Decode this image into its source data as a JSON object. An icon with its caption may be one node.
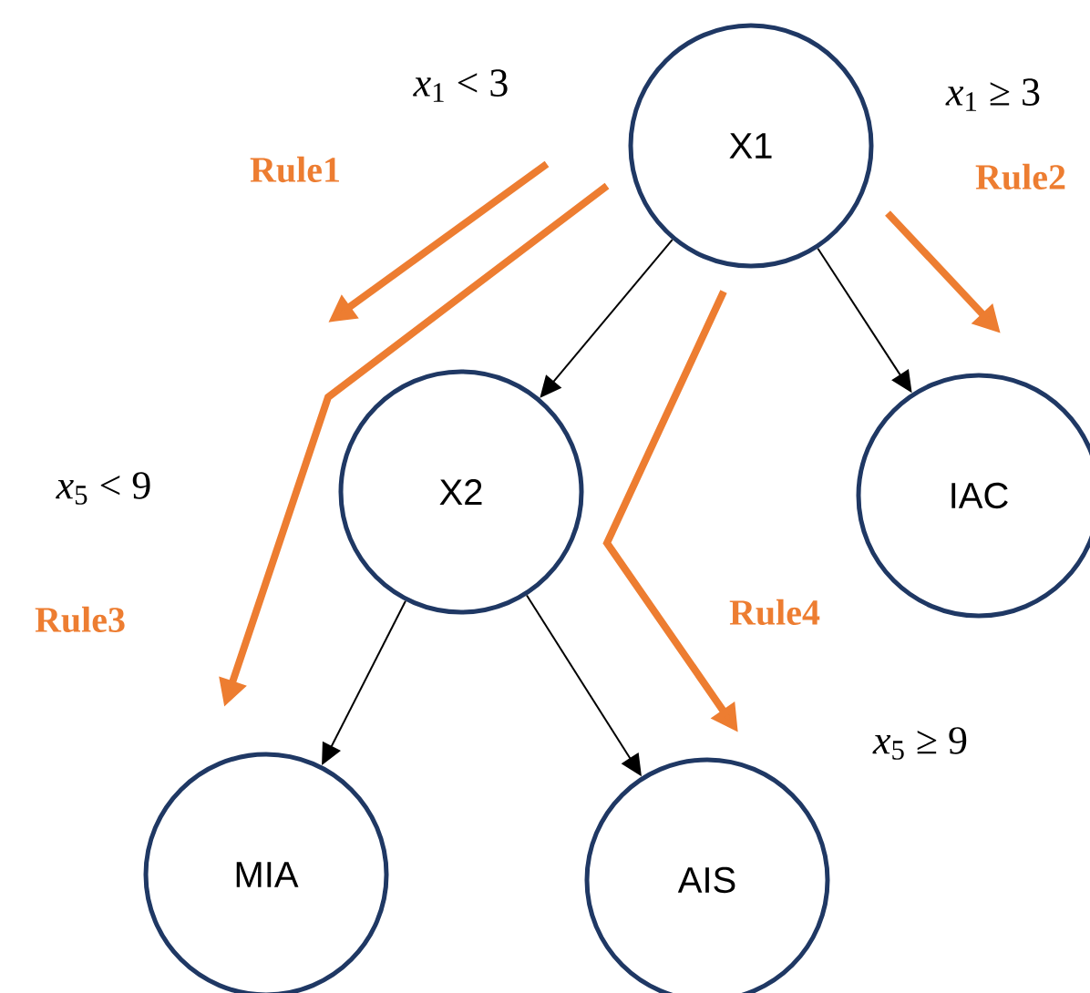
{
  "diagram": {
    "nodes": [
      {
        "text": [
          "X1"
        ]
      },
      {
        "text": [
          "X2"
        ]
      },
      {
        "text": [
          "IAC"
        ]
      },
      {
        "text": [
          "MIA"
        ]
      },
      {
        "text": [
          "AIS"
        ]
      }
    ],
    "edges": [
      {
        "from": 0,
        "to": 1,
        "arrow": "to"
      },
      {
        "from": 0,
        "to": 2,
        "arrow": "to"
      },
      {
        "from": 1,
        "to": 3,
        "arrow": "to"
      },
      {
        "from": 1,
        "to": 4,
        "arrow": "to"
      }
    ],
    "labels": [
      "*x*$_{1}$ < 3",
      "*x*$_{1}$ ≥ 3",
      "Rule1",
      "Rule2",
      "*x*$_{5}$ < 9",
      "Rule3",
      "Rule4",
      "*x*$_{5}$ ≥ 9"
    ]
  }
}
